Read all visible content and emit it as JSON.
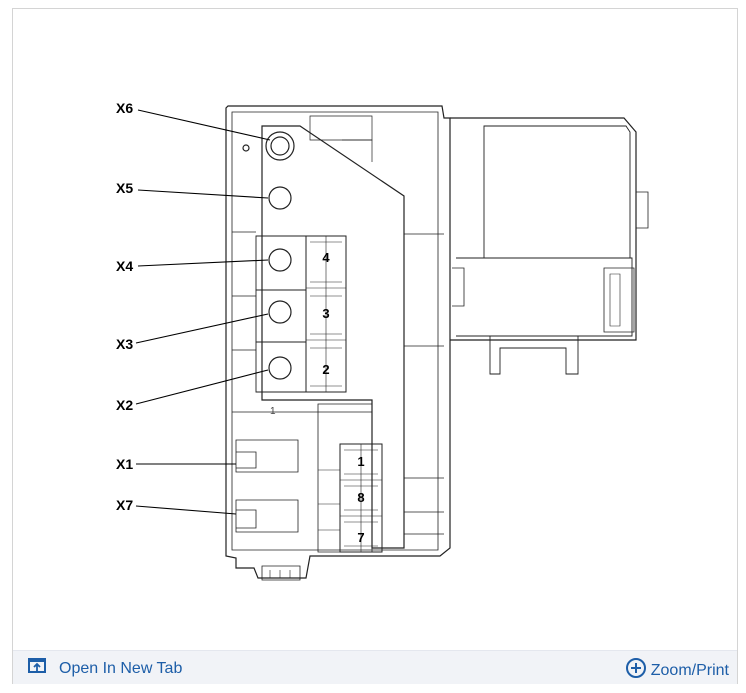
{
  "callouts": {
    "x6": "X6",
    "x5": "X5",
    "x4": "X4",
    "x3": "X3",
    "x2": "X2",
    "x1": "X1",
    "x7": "X7"
  },
  "fuse_numbers": {
    "f4": "4",
    "f3": "3",
    "f2": "2",
    "f1": "1",
    "f8": "8",
    "f7": "7",
    "side_1": "1"
  },
  "footer": {
    "open_new_tab": "Open In New Tab",
    "zoom_print": "Zoom/Print",
    "open_icon": "open-in-new-tab-icon",
    "zoom_icon": "zoom-plus-icon"
  },
  "colors": {
    "link": "#1d5ea8",
    "footer_bg": "#f1f3f7"
  }
}
